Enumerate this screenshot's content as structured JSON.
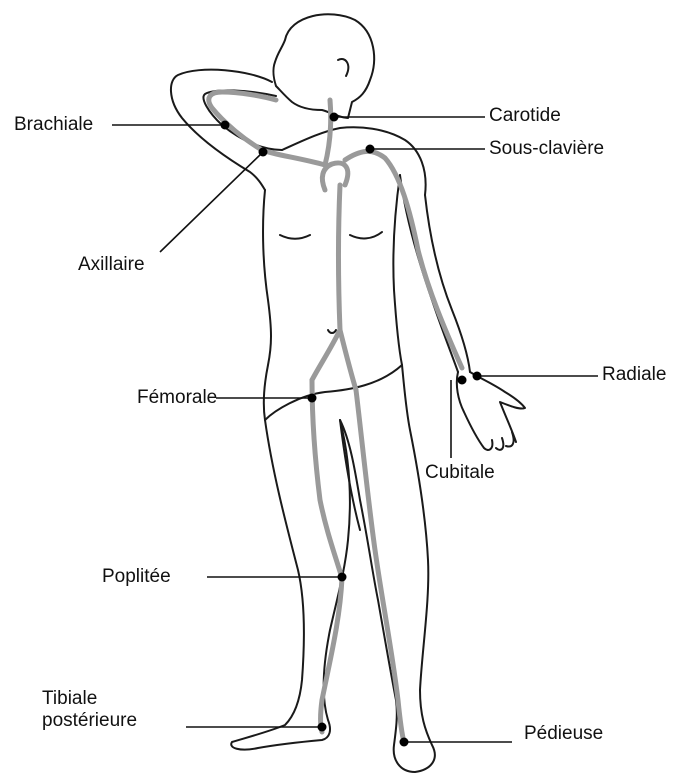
{
  "labels": {
    "brachiale": "Brachiale",
    "carotide": "Carotide",
    "sous_claviere": "Sous-clavière",
    "axillaire": "Axillaire",
    "radiale": "Radiale",
    "femorale": "Fémorale",
    "cubitale": "Cubitale",
    "poplitee": "Poplitée",
    "tibiale_line1": "Tibiale",
    "tibiale_line2": "postérieure",
    "pedieuse": "Pédieuse"
  },
  "colors": {
    "outline": "#1a1a1a",
    "artery": "#9a9a9a",
    "dot": "#000000",
    "background": "#ffffff"
  }
}
